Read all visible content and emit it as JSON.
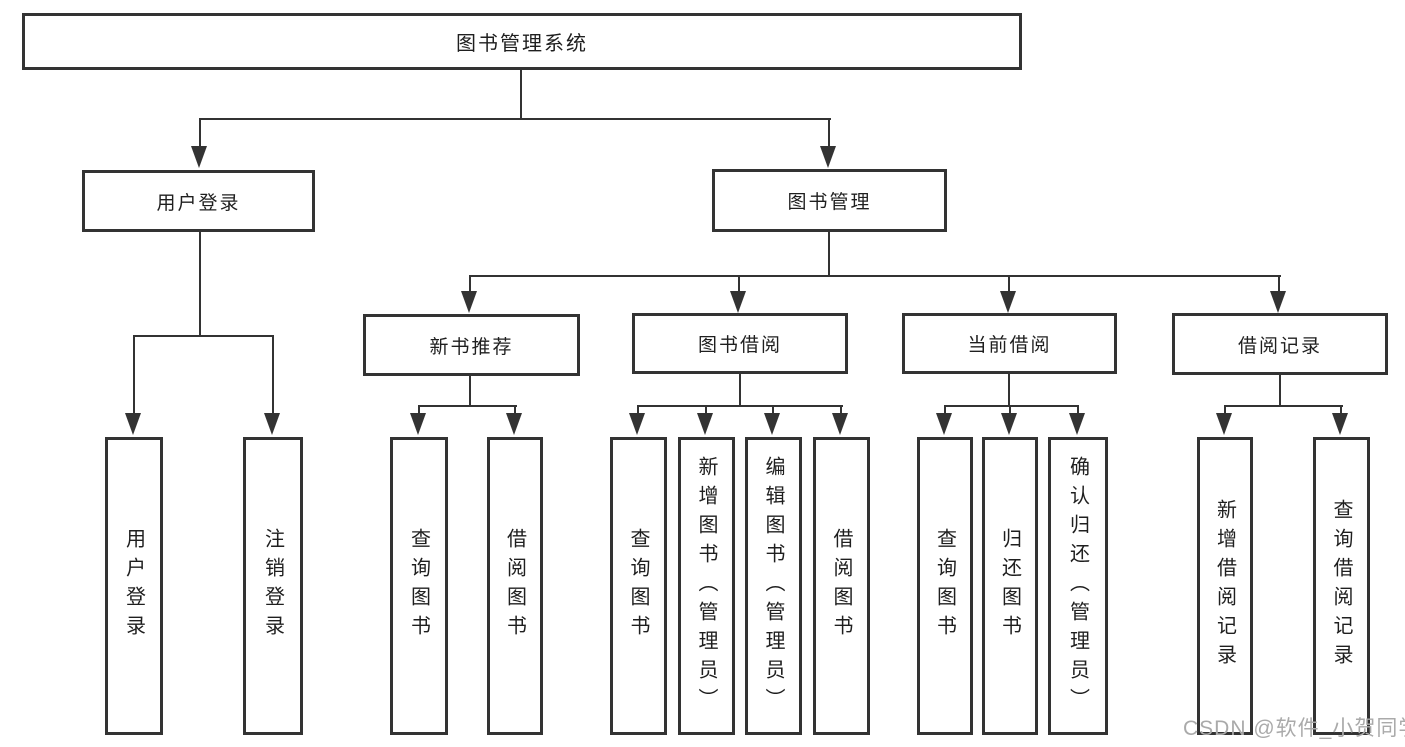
{
  "diagram": {
    "root": {
      "label": "图书管理系统"
    },
    "level2": [
      {
        "label": "用户登录"
      },
      {
        "label": "图书管理"
      }
    ],
    "level3": [
      {
        "label": "新书推荐"
      },
      {
        "label": "图书借阅"
      },
      {
        "label": "当前借阅"
      },
      {
        "label": "借阅记录"
      }
    ],
    "leaves": {
      "login": [
        "用户登录",
        "注销登录"
      ],
      "newbook": [
        "查询图书",
        "借阅图书"
      ],
      "bookborrow": [
        "查询图书",
        "新增图书（管理员）",
        "编辑图书（管理员）",
        "借阅图书"
      ],
      "current": [
        "查询图书",
        "归还图书",
        "确认归还（管理员）"
      ],
      "records": [
        "新增借阅记录",
        "查询借阅记录"
      ]
    },
    "colors": {
      "line": "#333333",
      "text": "#1f1f1f",
      "background": "#ffffff",
      "watermark": "#aaaaaa"
    }
  },
  "watermark": {
    "text": "CSDN @软件_小贺同学"
  }
}
